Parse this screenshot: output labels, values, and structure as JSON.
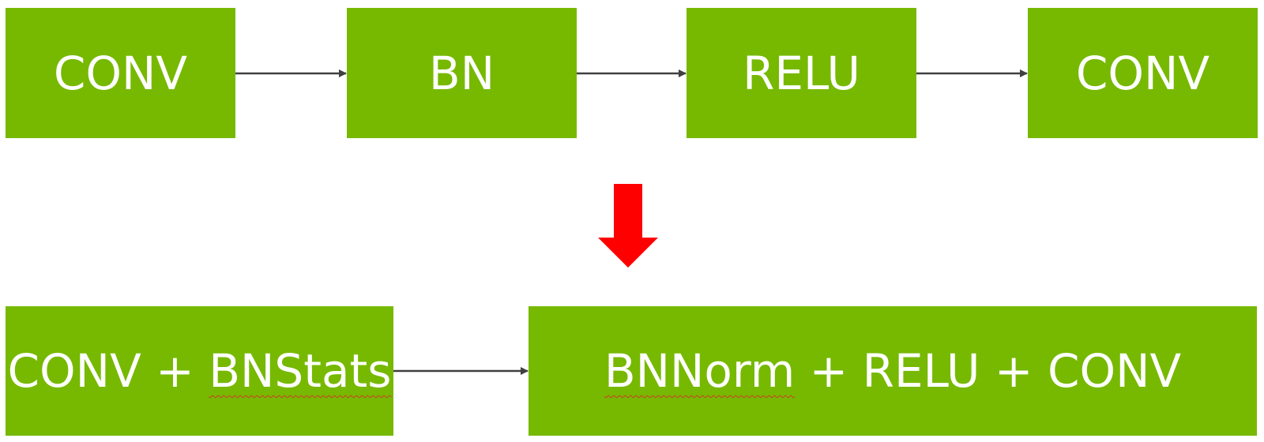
{
  "colors": {
    "box_fill": "#76b900",
    "box_text": "#ffffff",
    "connector": "#404040",
    "transform_arrow": "#ff0000",
    "spellcheck_underline": "#d23a2a"
  },
  "top_row": {
    "step1": "CONV",
    "step2": "BN",
    "step3": "RELU",
    "step4": "CONV"
  },
  "bottom_row": {
    "fused1": {
      "prefix": "CONV + ",
      "term": "BNStats"
    },
    "fused2": {
      "term": "BNNorm",
      "suffix": " + RELU + CONV"
    }
  }
}
